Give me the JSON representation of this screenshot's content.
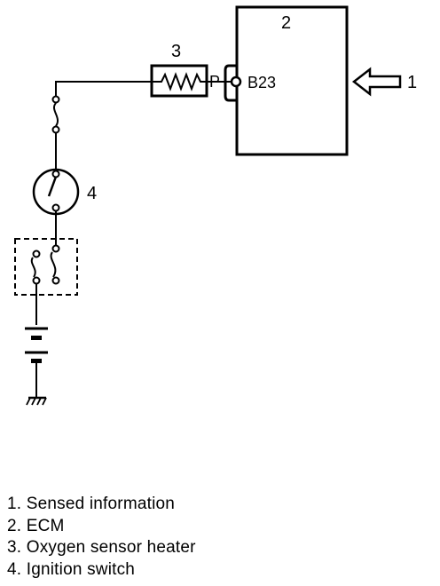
{
  "diagram": {
    "callouts": {
      "ecm": "2",
      "heater": "3",
      "ignition_switch": "4",
      "sensed_info": "1"
    },
    "pin_label": "P",
    "terminal_label": "B23",
    "icons": [
      "fuse-icon",
      "ignition-switch-icon",
      "relay-box-icon",
      "battery-icon",
      "ground-icon",
      "arrow-left-icon",
      "resistor-icon"
    ]
  },
  "legend": [
    {
      "num": "1.",
      "text": "Sensed information"
    },
    {
      "num": "2.",
      "text": "ECM"
    },
    {
      "num": "3.",
      "text": "Oxygen sensor heater"
    },
    {
      "num": "4.",
      "text": "Ignition switch"
    }
  ]
}
